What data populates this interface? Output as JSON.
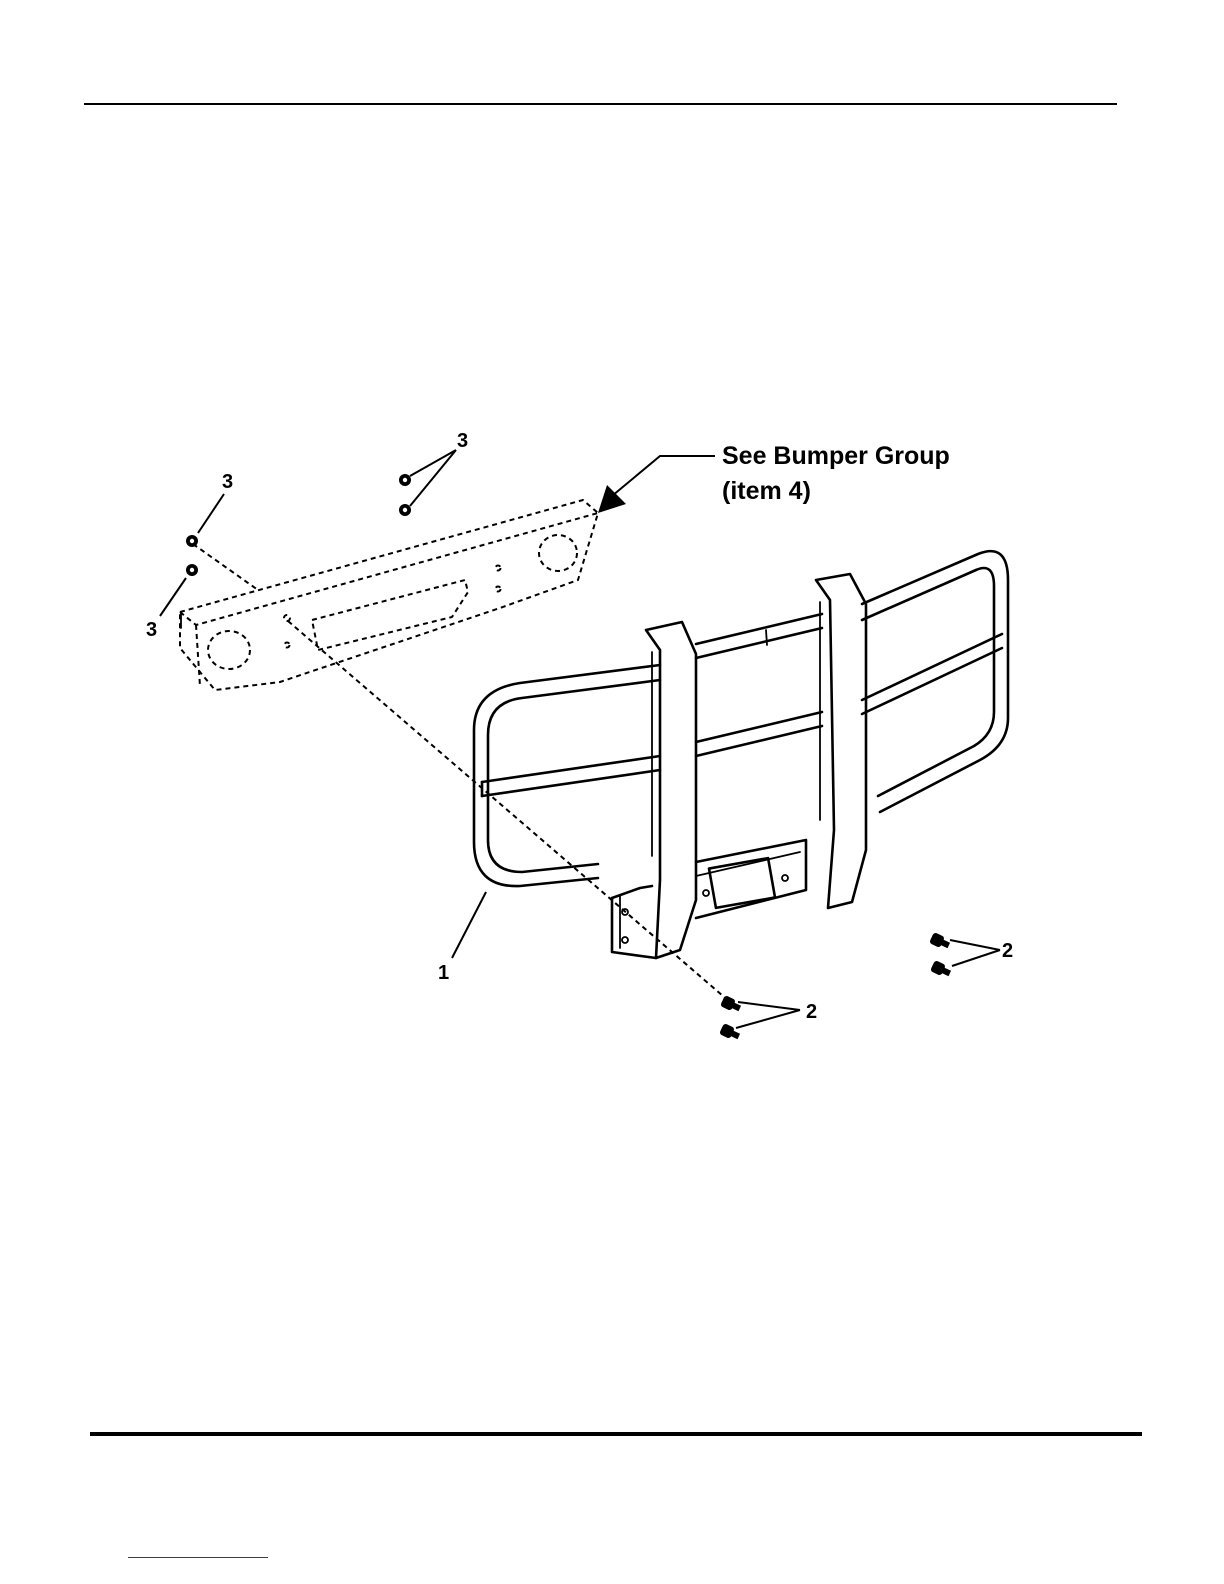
{
  "callout": {
    "line1": "See Bumper Group",
    "line2": "(item 4)"
  },
  "labels": {
    "item_1": "1",
    "item_2_left": "2",
    "item_2_right": "2",
    "item_3_top": "3",
    "item_3_mid": "3",
    "item_3_left": "3"
  },
  "icons": [
    "nut-icon",
    "bolt-icon",
    "arrow-icon"
  ]
}
